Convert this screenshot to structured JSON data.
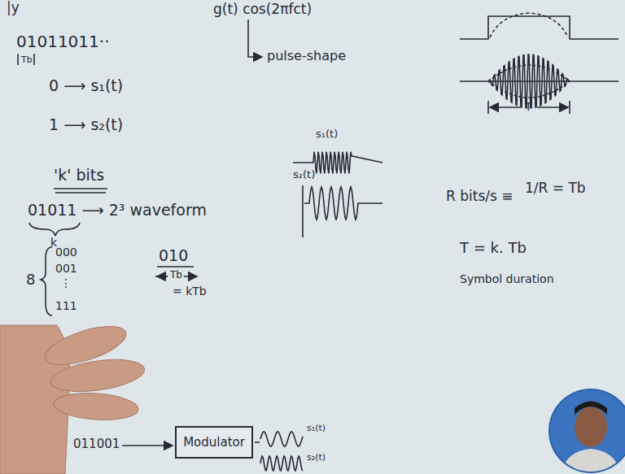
{
  "diagram": {
    "nodes": [
      {
        "text": [
          "Modulator"
        ]
      }
    ],
    "labels": [
      "|y",
      "g(t) cos(2πfct)",
      "pulse-shape",
      "01011011··",
      "Tb",
      "0 ⟶ s₁(t)",
      "1 ⟶ s₂(t)",
      "'k' bits",
      "01011 ⟶ 2³ waveform",
      "k",
      "8",
      "000",
      "001",
      "⋮",
      "111",
      "010",
      "Tb",
      "= kTb",
      "s₁(t)",
      "s₂(t)",
      "T",
      "R bits/s ≡",
      "1/R = Tb",
      "T = k. Tb",
      "Symbol duration",
      "011001",
      "s₁(t)",
      "s₂(t)"
    ]
  }
}
